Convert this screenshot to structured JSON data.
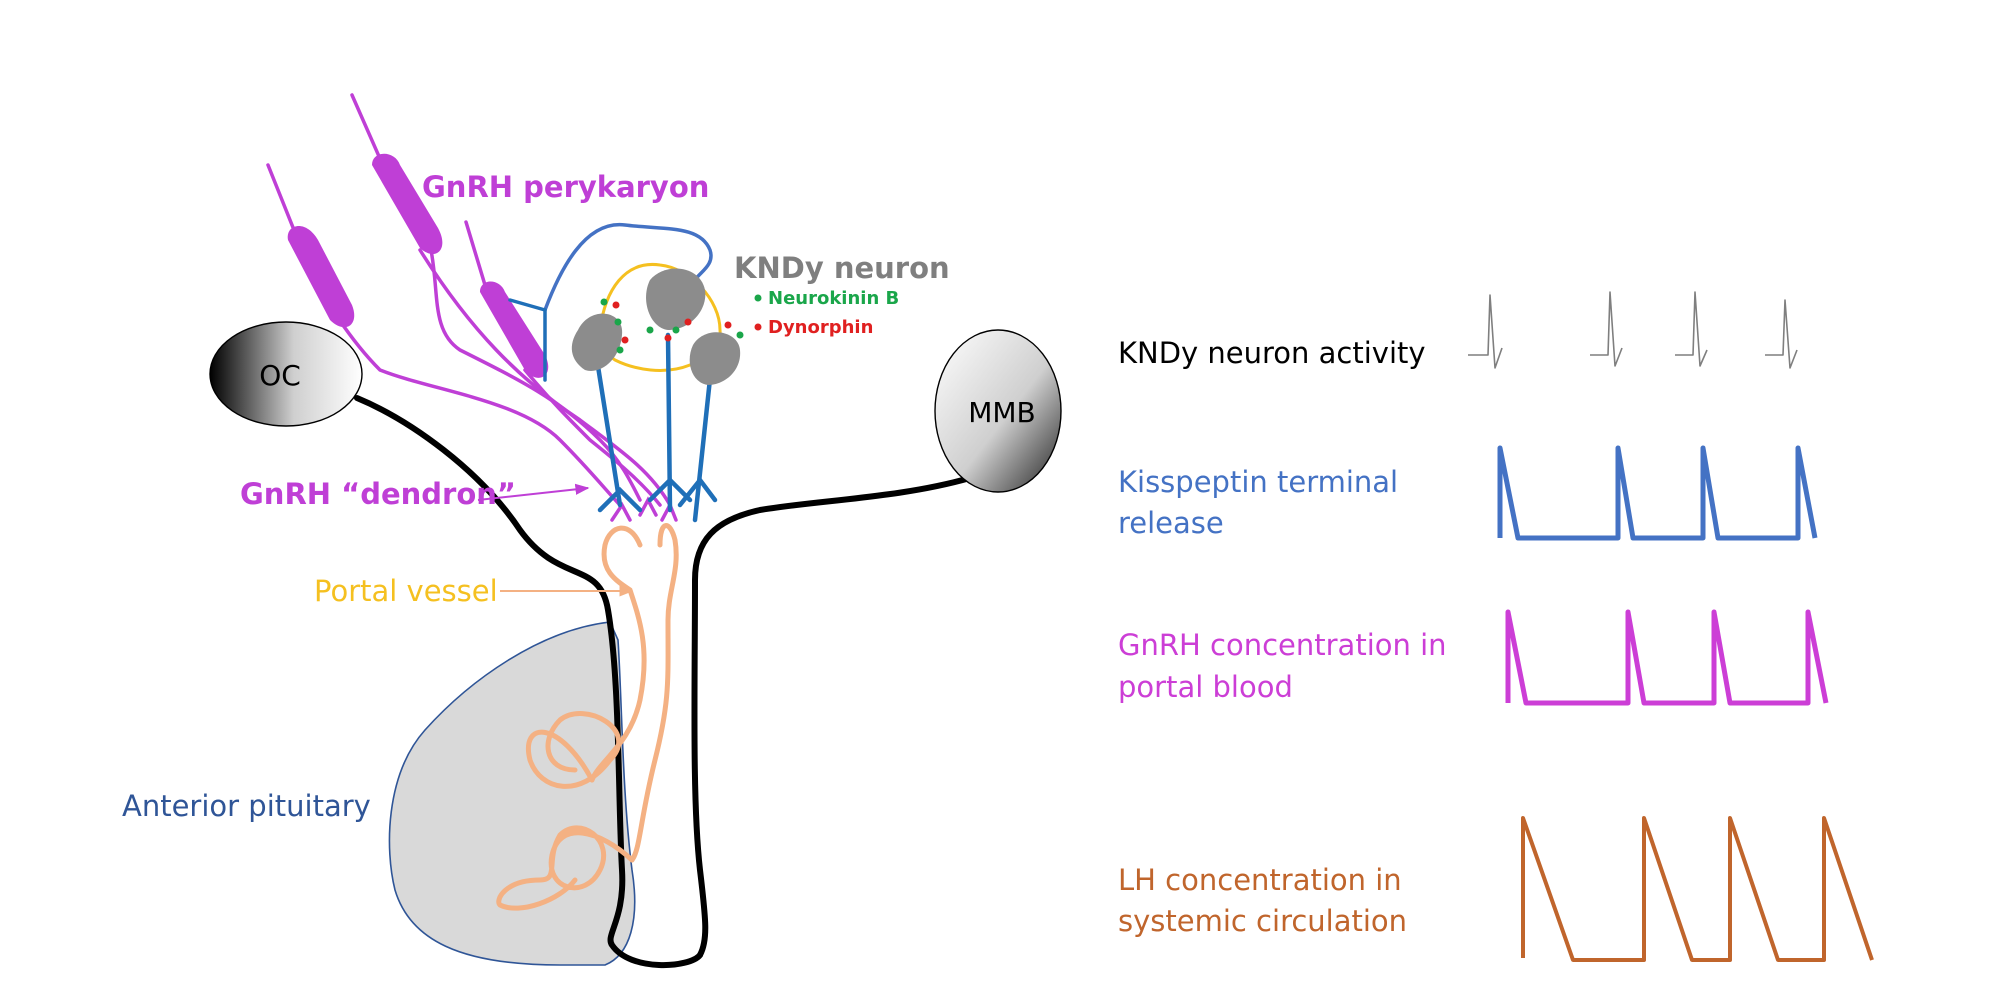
{
  "labels": {
    "oc": "OC",
    "mmb": "MMB",
    "gnrh_perykaryon": "GnRH perykaryon",
    "kndy_neuron": "KNDy neuron",
    "neurokinin_b": "Neurokinin B",
    "dynorphin": "Dynorphin",
    "gnrh_dendron": "GnRH “dendron”",
    "portal_vessel": "Portal vessel",
    "anterior_pituitary": "Anterior pituitary"
  },
  "traces": [
    {
      "label_lines": [
        "KNDy neuron activity"
      ],
      "color": "#7f7f7f"
    },
    {
      "label_lines": [
        "Kisspeptin terminal",
        "release"
      ],
      "color": "#4472c4"
    },
    {
      "label_lines": [
        "GnRH concentration in",
        "portal blood"
      ],
      "color": "#cc3ed6"
    },
    {
      "label_lines": [
        "LH concentration in",
        "systemic circulation"
      ],
      "color": "#c0652c"
    }
  ],
  "colors": {
    "gnrh": "#bf3fd6",
    "kndy_body": "#8c8c8c",
    "kisspeptin_axon": "#1f6fb8",
    "kndy_loop_blue": "#4472c4",
    "kndy_loop_yellow": "#f5c020",
    "neurokinin_b": "#1aa64a",
    "dynorphin": "#e02020",
    "portal_vessel_label": "#f5c020",
    "portal_vessel": "#f4b183",
    "pituitary_fill": "#d9d9d9",
    "pituitary_outline": "#2f5597",
    "outline": "#000000",
    "kndy_label": "#7f7f7f"
  }
}
